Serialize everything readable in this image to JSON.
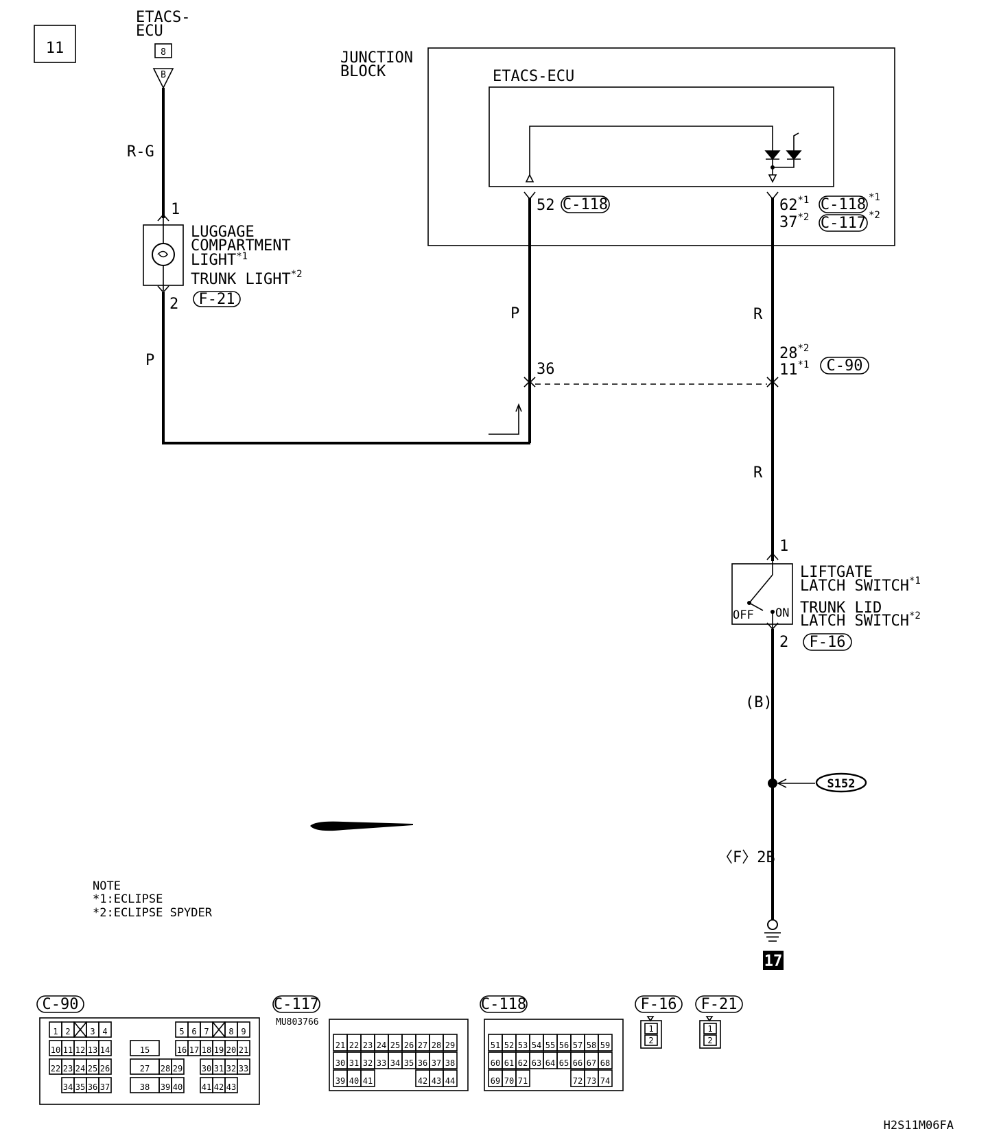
{
  "page": {
    "number": "11",
    "doc_code": "H2S11M06FA"
  },
  "top_ecu": {
    "line1": "ETACS-",
    "line2": "ECU",
    "connector": "8",
    "terminal": "B"
  },
  "junction_block": {
    "line1": "JUNCTION",
    "line2": "BLOCK",
    "inner_ecu_label": "ETACS-ECU"
  },
  "wires": {
    "rg": "R-G",
    "p_left": "P",
    "p_mid": "P",
    "r_upper": "R",
    "r_lower": "R",
    "b_gnd": "(B)",
    "f_2b": "〈F〉2B"
  },
  "luggage_light": {
    "pin_top": "1",
    "pin_bottom": "2",
    "line1": "LUGGAGE",
    "line2": "COMPARTMENT",
    "line3": "LIGHT",
    "line3_sup": "*1",
    "line4": "TRUNK LIGHT",
    "line4_sup": "*2",
    "connector": "F-21"
  },
  "ecu_terminals": {
    "left_pin": "52",
    "left_connector": "C-118",
    "right_pin1": "62",
    "right_pin1_sup": "*1",
    "right_conn1": "C-118",
    "right_conn1_sup": "*1",
    "right_pin2": "37",
    "right_pin2_sup": "*2",
    "right_conn2": "C-117",
    "right_conn2_sup": "*2"
  },
  "c90_junction": {
    "left_pin": "36",
    "right_pin1": "28",
    "right_pin1_sup": "*2",
    "right_pin2": "11",
    "right_pin2_sup": "*1",
    "connector": "C-90"
  },
  "latch_switch": {
    "pin_top": "1",
    "pin_bottom": "2",
    "line1": "LIFTGATE",
    "line2": "LATCH SWITCH",
    "line2_sup": "*1",
    "line3": "TRUNK LID",
    "line4": "LATCH SWITCH",
    "line4_sup": "*2",
    "off": "OFF",
    "on": "ON",
    "connector": "F-16"
  },
  "splice": "S152",
  "ground": "17",
  "note": {
    "title": "NOTE",
    "line1": "*1:ECLIPSE",
    "line2": "*2:ECLIPSE SPYDER"
  },
  "connector_views": {
    "c90": {
      "label": "C-90",
      "row1_left": [
        "1",
        "2",
        "",
        "3",
        "4"
      ],
      "row1_right": [
        "5",
        "6",
        "7",
        "",
        "8",
        "9"
      ],
      "row2_left": [
        "10",
        "11",
        "12",
        "13",
        "14"
      ],
      "row2_mid": "15",
      "row2_right": [
        "16",
        "17",
        "18",
        "19",
        "20",
        "21"
      ],
      "row3_left": [
        "22",
        "23",
        "24",
        "25",
        "26"
      ],
      "row3_mid": [
        "27",
        "28",
        "29"
      ],
      "row3_right": [
        "30",
        "31",
        "32",
        "33"
      ],
      "row4_left": [
        "34",
        "35",
        "36",
        "37"
      ],
      "row4_mid": [
        "38",
        "39",
        "40"
      ],
      "row4_right": [
        "41",
        "42",
        "43"
      ]
    },
    "c117": {
      "label": "C-117",
      "part_no": "MU803766",
      "row1": [
        "21",
        "22",
        "23",
        "24",
        "25",
        "26",
        "27",
        "28",
        "29"
      ],
      "row2": [
        "30",
        "31",
        "32",
        "33",
        "34",
        "35",
        "36",
        "37",
        "38"
      ],
      "row3": [
        "39",
        "40",
        "41",
        "",
        "",
        "",
        "",
        "42",
        "43",
        "44"
      ]
    },
    "c118": {
      "label": "C-118",
      "row1": [
        "51",
        "52",
        "53",
        "54",
        "55",
        "56",
        "57",
        "58",
        "59"
      ],
      "row2": [
        "60",
        "61",
        "62",
        "63",
        "64",
        "65",
        "66",
        "67",
        "68"
      ],
      "row3": [
        "69",
        "70",
        "71",
        "",
        "",
        "",
        "",
        "72",
        "73",
        "74"
      ]
    },
    "f16": {
      "label": "F-16",
      "pins": [
        "1",
        "2"
      ]
    },
    "f21": {
      "label": "F-21",
      "pins": [
        "1",
        "2"
      ]
    }
  }
}
